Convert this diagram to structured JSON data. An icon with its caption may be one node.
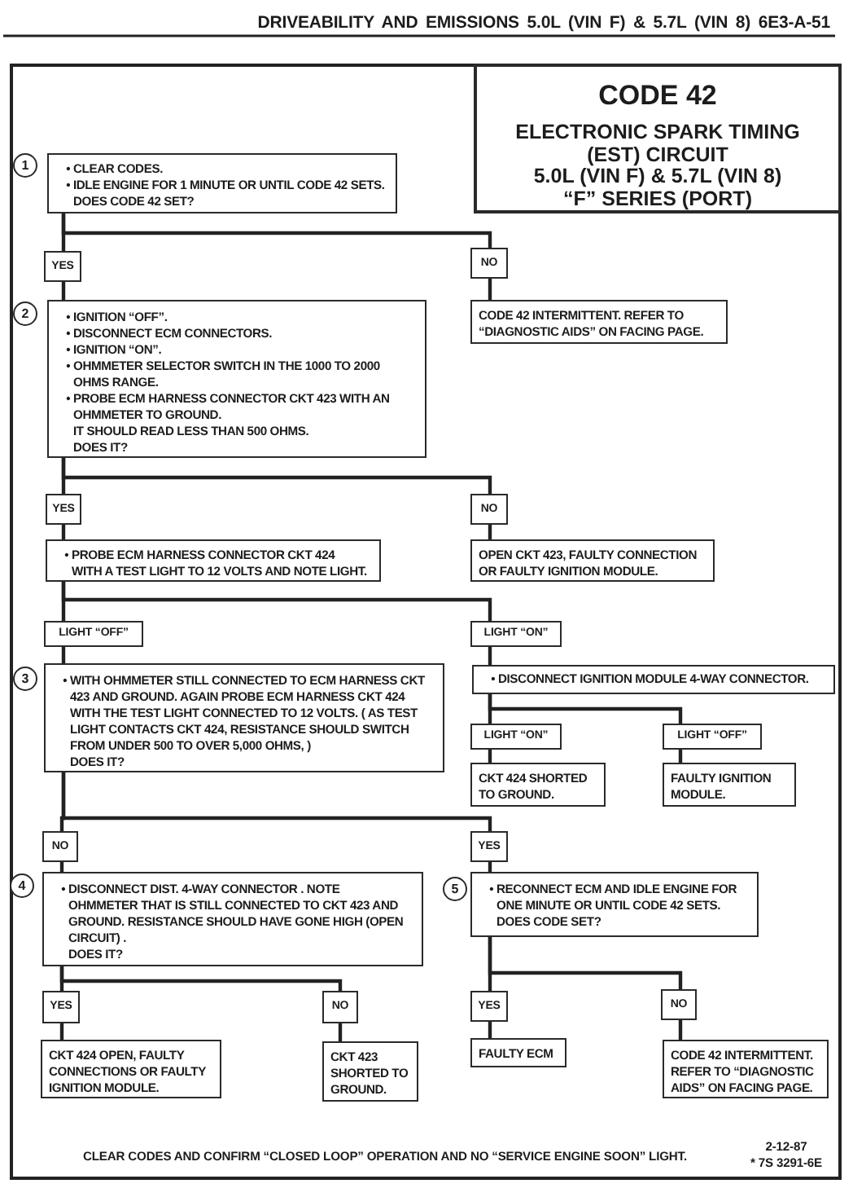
{
  "diagram": {
    "nodes": [
      {
        "text": [
          "CODE 42",
          "ELECTRONIC SPARK TIMING (EST) CIRCUIT",
          "5.0L (VIN F) & 5.7L (VIN 8)",
          "“F” SERIES (PORT)"
        ]
      },
      {
        "text": [
          "• CLEAR CODES.",
          "• IDLE ENGINE FOR 1 MINUTE OR UNTIL CODE 42 SETS.",
          "DOES CODE 42 SET?"
        ],
        "beside": [
          "1"
        ]
      },
      {
        "text": [
          "YES"
        ]
      },
      {
        "text": [
          "NO"
        ]
      },
      {
        "text": [
          "• IGNITION “OFF”.",
          "• DISCONNECT ECM CONNECTORS.",
          "• IGNITION “ON”.",
          "• OHMMETER SELECTOR SWITCH IN THE 1000 TO 2000 OHMS RANGE.",
          "• PROBE ECM HARNESS CONNECTOR CKT 423 WITH AN OHMMETER TO GROUND.",
          "IT SHOULD READ LESS THAN 500 OHMS.",
          "DOES IT?"
        ],
        "beside": [
          "2"
        ]
      },
      {
        "text": [
          "CODE 42 INTERMITTENT. REFER TO “DIAGNOSTIC AIDS” ON FACING PAGE."
        ]
      },
      {
        "text": [
          "YES"
        ]
      },
      {
        "text": [
          "NO"
        ]
      },
      {
        "text": [
          "• PROBE ECM HARNESS CONNECTOR CKT 424 WITH A TEST LIGHT TO 12 VOLTS AND NOTE LIGHT."
        ]
      },
      {
        "text": [
          "OPEN CKT 423, FAULTY CONNECTION OR FAULTY IGNITION MODULE."
        ]
      },
      {
        "text": [
          "LIGHT “OFF”"
        ]
      },
      {
        "text": [
          "LIGHT “ON”"
        ]
      },
      {
        "text": [
          "• WITH OHMMETER STILL CONNECTED TO ECM HARNESS CKT 423 AND GROUND. AGAIN PROBE ECM HARNESS CKT 424 WITH THE TEST LIGHT CONNECTED TO 12 VOLTS. ( AS TEST LIGHT CONTACTS CKT 424, RESISTANCE SHOULD SWITCH FROM UNDER 500 TO OVER 5,000 OHMS, )",
          "DOES IT?"
        ],
        "beside": [
          "3"
        ]
      },
      {
        "text": [
          "• DISCONNECT IGNITION MODULE 4-WAY CONNECTOR."
        ]
      },
      {
        "text": [
          "LIGHT “ON”"
        ]
      },
      {
        "text": [
          "LIGHT “OFF”"
        ]
      },
      {
        "text": [
          "CKT 424 SHORTED TO GROUND."
        ]
      },
      {
        "text": [
          "FAULTY IGNITION MODULE."
        ]
      },
      {
        "text": [
          "NO"
        ]
      },
      {
        "text": [
          "YES"
        ]
      },
      {
        "text": [
          "• DISCONNECT DIST. 4-WAY CONNECTOR . NOTE OHMMETER THAT IS STILL CONNECTED TO CKT 423 AND GROUND. RESISTANCE SHOULD HAVE GONE HIGH (OPEN CIRCUIT) .",
          "DOES IT?"
        ],
        "beside": [
          "4"
        ]
      },
      {
        "text": [
          "• RECONNECT ECM AND IDLE ENGINE FOR ONE MINUTE OR UNTIL CODE 42 SETS.",
          "DOES CODE SET?"
        ],
        "beside": [
          "5"
        ]
      },
      {
        "text": [
          "YES"
        ]
      },
      {
        "text": [
          "NO"
        ]
      },
      {
        "text": [
          "YES"
        ]
      },
      {
        "text": [
          "NO"
        ]
      },
      {
        "text": [
          "CKT 424 OPEN, FAULTY CONNECTIONS OR FAULTY IGNITION MODULE."
        ]
      },
      {
        "text": [
          "CKT 423 SHORTED TO GROUND."
        ]
      },
      {
        "text": [
          "FAULTY ECM"
        ]
      },
      {
        "text": [
          "CODE 42 INTERMITTENT. REFER TO “DIAGNOSTIC AIDS” ON FACING PAGE."
        ]
      }
    ],
    "edges": [
      {
        "from": 1,
        "to": 2,
        "arrow": "none"
      },
      {
        "from": 1,
        "to": 3,
        "arrow": "none"
      },
      {
        "from": 2,
        "to": 4,
        "arrow": "none"
      },
      {
        "from": 3,
        "to": 5,
        "arrow": "none"
      },
      {
        "from": 4,
        "to": 6,
        "arrow": "none"
      },
      {
        "from": 4,
        "to": 7,
        "arrow": "none"
      },
      {
        "from": 6,
        "to": 8,
        "arrow": "none"
      },
      {
        "from": 7,
        "to": 9,
        "arrow": "none"
      },
      {
        "from": 8,
        "to": 10,
        "arrow": "none"
      },
      {
        "from": 8,
        "to": 11,
        "arrow": "none"
      },
      {
        "from": 10,
        "to": 12,
        "arrow": "none"
      },
      {
        "from": 11,
        "to": 13,
        "arrow": "none"
      },
      {
        "from": 13,
        "to": 14,
        "arrow": "none"
      },
      {
        "from": 13,
        "to": 15,
        "arrow": "none"
      },
      {
        "from": 14,
        "to": 16,
        "arrow": "none"
      },
      {
        "from": 15,
        "to": 17,
        "arrow": "none"
      },
      {
        "from": 12,
        "to": 18,
        "arrow": "none"
      },
      {
        "from": 12,
        "to": 19,
        "arrow": "none"
      },
      {
        "from": 18,
        "to": 20,
        "arrow": "none"
      },
      {
        "from": 19,
        "to": 21,
        "arrow": "none"
      },
      {
        "from": 20,
        "to": 22,
        "arrow": "none"
      },
      {
        "from": 20,
        "to": 23,
        "arrow": "none"
      },
      {
        "from": 21,
        "to": 24,
        "arrow": "none"
      },
      {
        "from": 21,
        "to": 25,
        "arrow": "none"
      },
      {
        "from": 22,
        "to": 26,
        "arrow": "none"
      },
      {
        "from": 23,
        "to": 27,
        "arrow": "none"
      },
      {
        "from": 24,
        "to": 28,
        "arrow": "none"
      },
      {
        "from": 25,
        "to": 29,
        "arrow": "none"
      }
    ],
    "labels": [
      "DRIVEABILITY AND EMISSIONS 5.0L (VIN F) & 5.7L (VIN 8) 6E3-A-51",
      "CLEAR CODES AND CONFIRM “CLOSED LOOP” OPERATION AND NO “SERVICE ENGINE SOON” LIGHT.",
      "2-12-87",
      "* 7S 3291-6E"
    ]
  }
}
